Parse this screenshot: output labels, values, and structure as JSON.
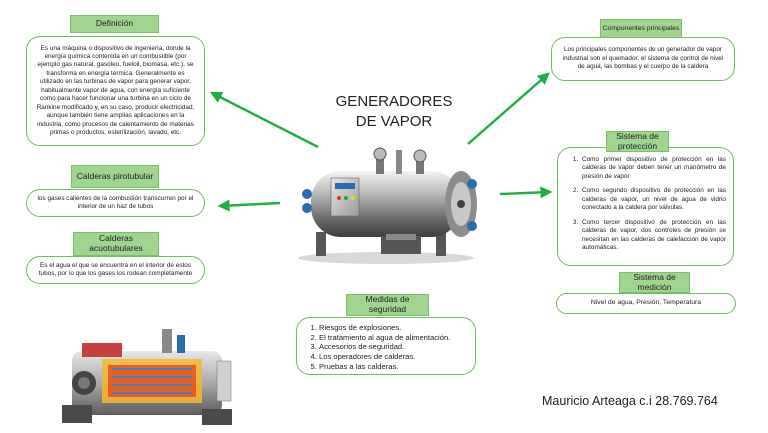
{
  "title_lines": [
    "GENERADORES",
    "DE VAPOR"
  ],
  "definicion": {
    "label": "Definición",
    "text": "Es una máquina o dispositivo de ingeniería, donde la energía química contenida en un combustible (por ejemplo gas natural, gasóleo, fueloil, biomasa, etc.), se transforma en energía térmica. Generalmente es utilizado en las turbinas de vapor para generar vapor, habitualmente vapor de agua, con energía suficiente como para hacer funcionar una turbina en un ciclo de Rankine modificado y, en su caso, producir electricidad, aunque también tiene amplias aplicaciones en la industria, como procesos de calentamiento de materias primas o productos, esterilización, lavado, etc."
  },
  "pirotubular": {
    "label": "Calderas pirotubular",
    "text": "los gases calientes de la combustión transcurren por el interior de un haz de tubos"
  },
  "acuotubulares": {
    "label": "Calderas acuotubulares",
    "text": "Es el agua el que se encuentra en el interior de estos tubos, por lo que los gases los rodean completamente"
  },
  "componentes": {
    "label": "Componentes principales",
    "text": "Los principales componentes de un generador de vapor industrial son el quemador, el sistema de control de nivel de agua, las bombas y el cuerpo de la caldera"
  },
  "proteccion": {
    "label": "Sistema de protección",
    "items": [
      "Como primer dispositivo de protección en las calderas de vapor deben tener un manómetro de presión de vapor",
      "Como segundo dispositivo de protección en las calderas de vapor, un nivel de agua de vidrio conectado a la caldera por válvulas.",
      "Como tercer dispositivo de protección en las calderas de vapor, dos controles de presión se necesitan en las calderas de calefacción de vapor automáticas."
    ]
  },
  "medicion": {
    "label": "Sistema de medición",
    "text": "Nivel de agua, Presión, Temperatura"
  },
  "seguridad": {
    "label": "Medidas de seguridad",
    "items": [
      "Riesgos de explosiones.",
      "El tratamiento al agua de alimentación.",
      "Accesorios de seguridad.",
      "Los operadores de calderas.",
      "Pruebas a las calderas."
    ]
  },
  "author": "Mauricio Arteaga c.i 28.769.764",
  "colors": {
    "box_border": "#6cbf5a",
    "label_fill": "#9fd58e",
    "arrow": "#1fae44"
  }
}
